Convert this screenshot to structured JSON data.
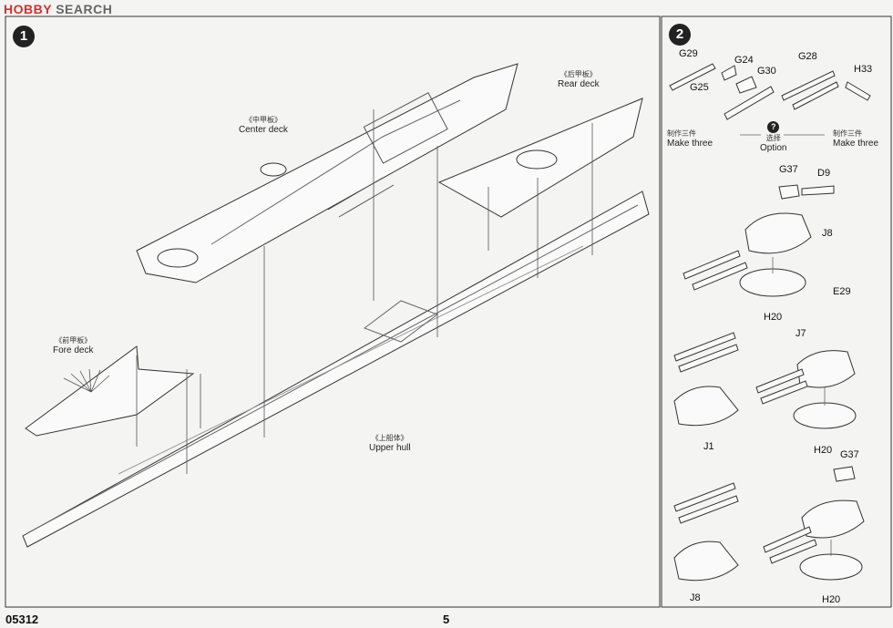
{
  "watermark": {
    "brand": "HOBBY",
    "suffix": "SEARCH"
  },
  "step1": {
    "number": "1",
    "center_deck": {
      "zh": "《中甲板》",
      "en": "Center deck"
    },
    "rear_deck": {
      "zh": "《后甲板》",
      "en": "Rear deck"
    },
    "fore_deck": {
      "zh": "《前甲板》",
      "en": "Fore deck"
    },
    "upper_hull": {
      "zh": "《上船体》",
      "en": "Upper hull"
    }
  },
  "step2": {
    "number": "2",
    "parts": {
      "g29": "G29",
      "g25": "G25",
      "g24": "G24",
      "g30": "G30",
      "g28": "G28",
      "h33": "H33",
      "g37a": "G37",
      "d9": "D9",
      "j8a": "J8",
      "h20a": "H20",
      "e29": "E29",
      "j7": "J7",
      "j1": "J1",
      "h20b": "H20",
      "g37b": "G37",
      "j8b": "J8",
      "h20c": "H20"
    },
    "make_three_left": {
      "zh": "制作三件",
      "en": "Make three"
    },
    "make_three_right": {
      "zh": "制作三件",
      "en": "Make three"
    },
    "option": {
      "icon": "?",
      "zh": "选择",
      "en": "Option"
    }
  },
  "footer": {
    "product_code": "05312",
    "page_number": "5"
  }
}
